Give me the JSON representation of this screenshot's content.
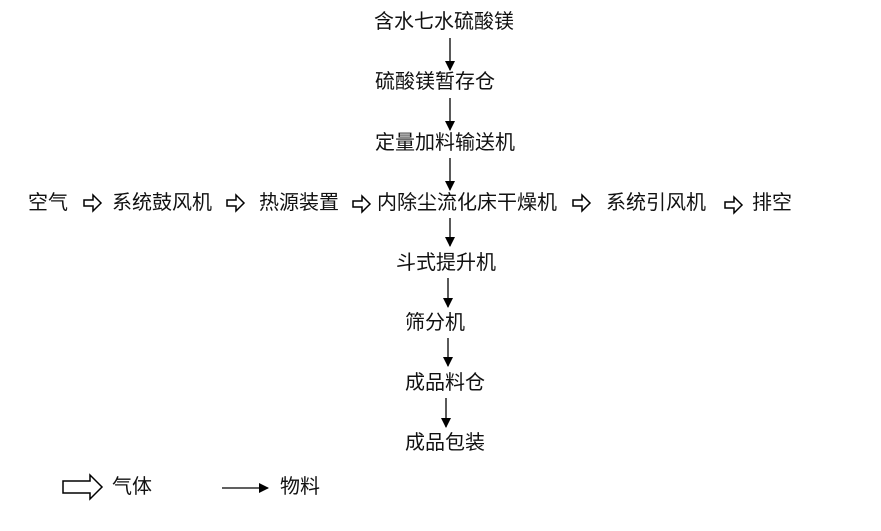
{
  "main_flow": [
    "含水七水硫酸镁",
    "硫酸镁暂存仓",
    "定量加料输送机",
    "内除尘流化床干燥机",
    "斗式提升机",
    "筛分机",
    "成品料仓",
    "成品包装"
  ],
  "gas_flow": [
    "空气",
    "系统鼓风机",
    "热源装置",
    "系统引风机",
    "排空"
  ],
  "legend": {
    "gas": "气体",
    "material": "物料"
  }
}
